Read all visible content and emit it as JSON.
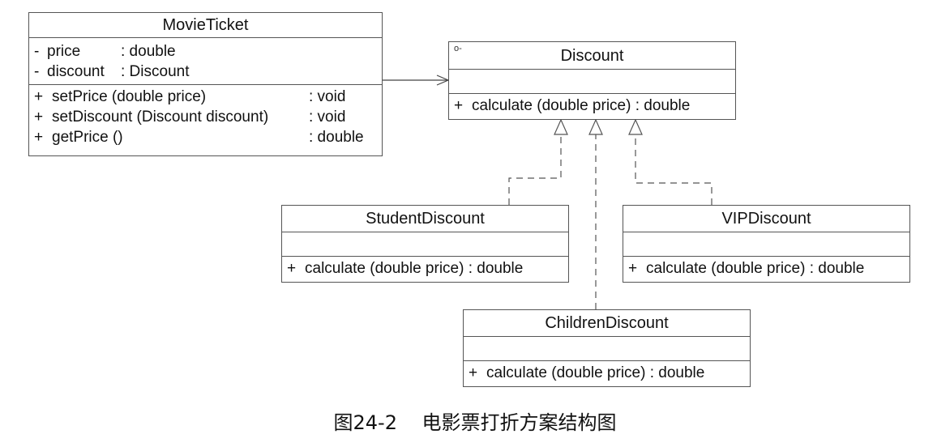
{
  "classes": {
    "movie_ticket": {
      "name": "MovieTicket",
      "attributes": [
        {
          "vis": "-",
          "name": "price",
          "type": ": double"
        },
        {
          "vis": "-",
          "name": "discount",
          "type": ": Discount"
        }
      ],
      "operations": [
        {
          "vis": "+",
          "name": "setPrice (double price)",
          "type": ": void"
        },
        {
          "vis": "+",
          "name": "setDiscount (Discount discount)",
          "type": ": void"
        },
        {
          "vis": "+",
          "name": "getPrice ()",
          "type": ": double"
        }
      ]
    },
    "discount": {
      "name": "Discount",
      "stereotype_mark": "o-",
      "operations": [
        {
          "vis": "+",
          "text": "calculate (double price) : double"
        }
      ]
    },
    "student_discount": {
      "name": "StudentDiscount",
      "operations": [
        {
          "vis": "+",
          "text": "calculate (double price) : double"
        }
      ]
    },
    "vip_discount": {
      "name": "VIPDiscount",
      "operations": [
        {
          "vis": "+",
          "text": "calculate (double price) : double"
        }
      ]
    },
    "children_discount": {
      "name": "ChildrenDiscount",
      "operations": [
        {
          "vis": "+",
          "text": "calculate (double price) : double"
        }
      ]
    }
  },
  "relations": [
    {
      "type": "association",
      "from": "MovieTicket",
      "to": "Discount"
    },
    {
      "type": "realization",
      "from": "StudentDiscount",
      "to": "Discount"
    },
    {
      "type": "realization",
      "from": "ChildrenDiscount",
      "to": "Discount"
    },
    {
      "type": "realization",
      "from": "VIPDiscount",
      "to": "Discount"
    }
  ],
  "caption": "图24-2    电影票打折方案结构图"
}
